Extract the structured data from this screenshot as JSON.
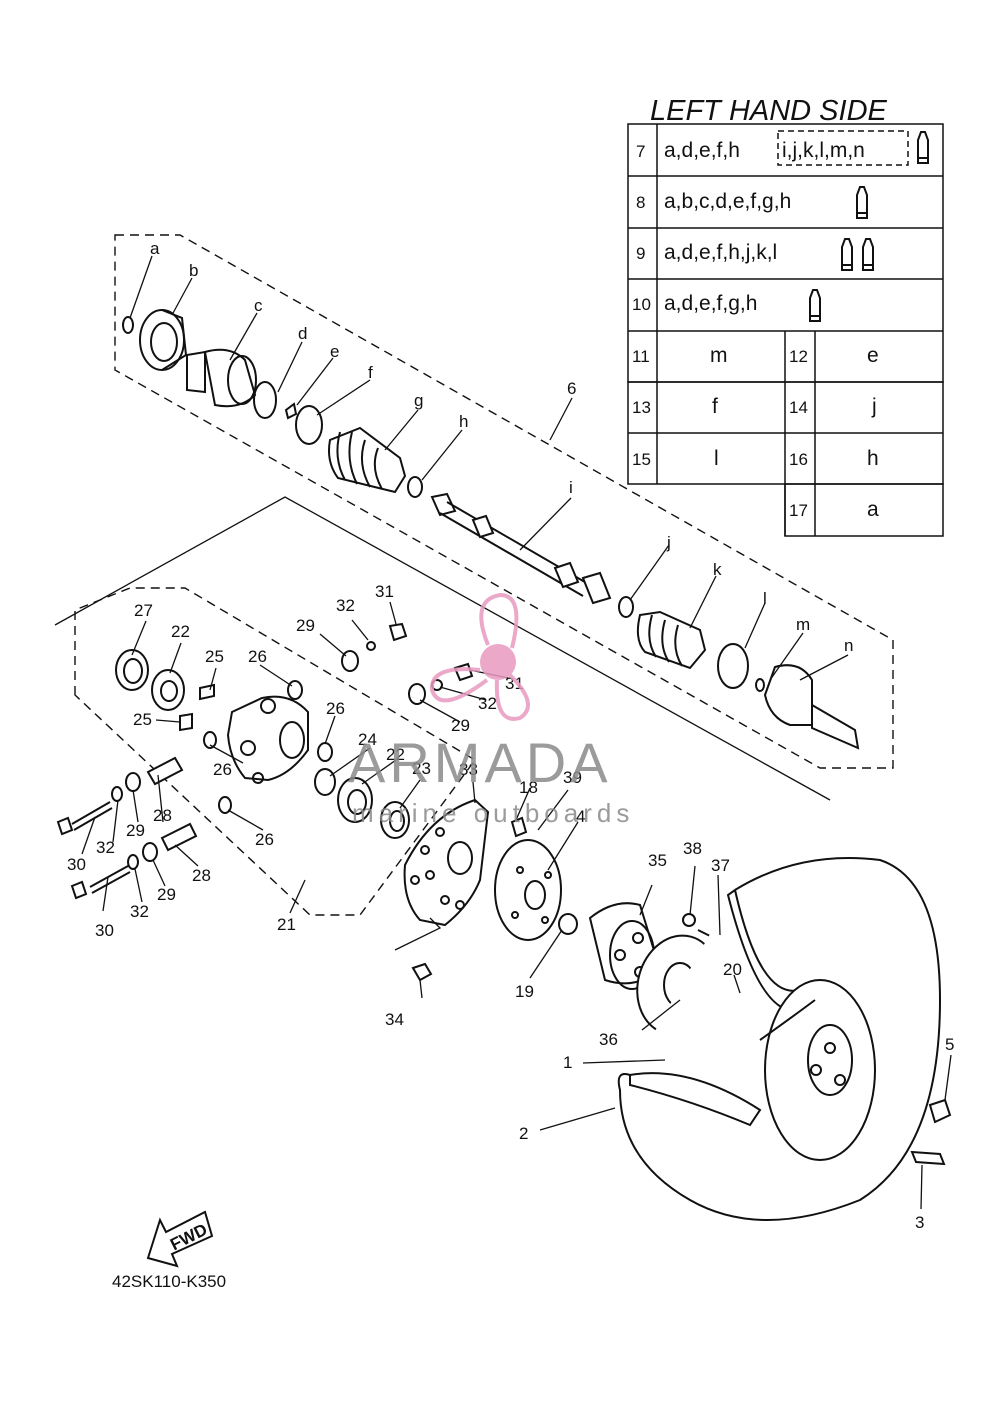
{
  "diagram_code": "42SK110-K350",
  "fwd_label": "FWD",
  "watermark": {
    "brand": "ARMADA",
    "tagline": "marine outboards",
    "accent_color": "#e89ac0"
  },
  "table": {
    "title": "LEFT HAND SIDE",
    "rows_wide": [
      {
        "num": "7",
        "letters": "a,d,e,f,h",
        "boxed": "i,j,k,l,m,n",
        "tubes": 1
      },
      {
        "num": "8",
        "letters": "a,b,c,d,e,f,g,h",
        "boxed": "",
        "tubes": 1
      },
      {
        "num": "9",
        "letters": "a,d,e,f,h,j,k,l",
        "boxed": "",
        "tubes": 2
      },
      {
        "num": "10",
        "letters": "a,d,e,f,g,h",
        "boxed": "",
        "tubes": 1
      }
    ],
    "rows_pair": [
      {
        "n1": "11",
        "v1": "m",
        "n2": "12",
        "v2": "e"
      },
      {
        "n1": "13",
        "v1": "f",
        "n2": "14",
        "v2": "j"
      },
      {
        "n1": "15",
        "v1": "l",
        "n2": "16",
        "v2": "h"
      }
    ],
    "row_last": {
      "num": "17",
      "val": "a"
    }
  },
  "callouts": {
    "a": "a",
    "b": "b",
    "c": "c",
    "d": "d",
    "e": "e",
    "f": "f",
    "g": "g",
    "h": "h",
    "i": "i",
    "j": "j",
    "k": "k",
    "l": "l",
    "m": "m",
    "n": "n",
    "p1": "1",
    "p2": "2",
    "p3": "3",
    "p4": "4",
    "p5": "5",
    "p6": "6",
    "p18": "18",
    "p19": "19",
    "p20": "20",
    "p21": "21",
    "p22a": "22",
    "p22b": "22",
    "p23": "23",
    "p24": "24",
    "p25a": "25",
    "p25b": "25",
    "p26a": "26",
    "p26b": "26",
    "p26c": "26",
    "p26d": "26",
    "p27": "27",
    "p28a": "28",
    "p28b": "28",
    "p29a": "29",
    "p29b": "29",
    "p29c": "29",
    "p29d": "29",
    "p30a": "30",
    "p30b": "30",
    "p31a": "31",
    "p31b": "31",
    "p32a": "32",
    "p32b": "32",
    "p32c": "32",
    "p32d": "32",
    "p33": "33",
    "p34": "34",
    "p35": "35",
    "p36": "36",
    "p37": "37",
    "p38": "38",
    "p39": "39"
  }
}
